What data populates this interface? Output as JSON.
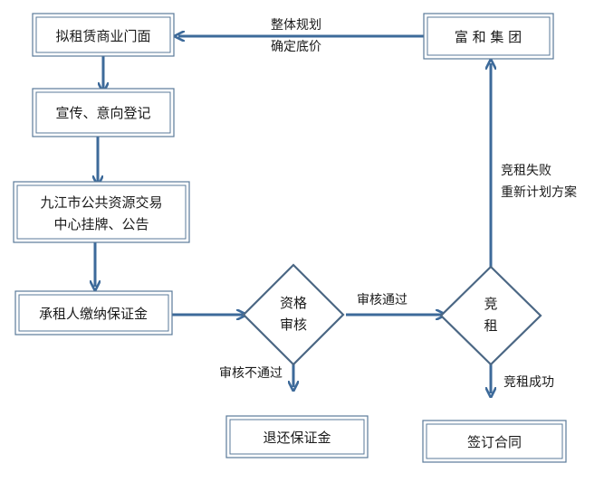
{
  "nodes": {
    "lease_shop": "拟租赁商业门面",
    "publicity": "宣传、意向登记",
    "exchange_line1": "九江市公共资源交易",
    "exchange_line2": "中心挂牌、公告",
    "deposit": "承租人缴纳保证金",
    "qualification_line1": "资格",
    "qualification_line2": "审核",
    "bidding_line1": "竞",
    "bidding_line2": "租",
    "refund_deposit": "退还保证金",
    "sign_contract": "签订合同",
    "fuhe_group": "富 和 集 团"
  },
  "edge_labels": {
    "plan_line1": "整体规划",
    "plan_line2": "确定底价",
    "review_passed": "审核通过",
    "review_failed": "审核不通过",
    "bid_failed_line1": "竞租失败",
    "bid_failed_line2": "重新计划方案",
    "bid_success": "竞租成功"
  }
}
